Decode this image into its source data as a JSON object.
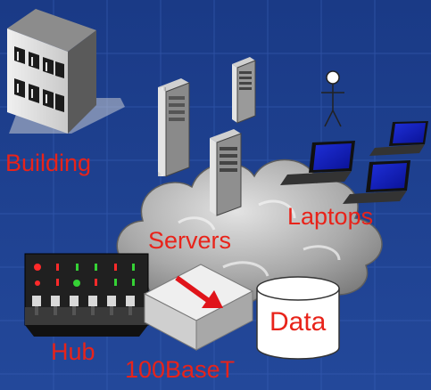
{
  "labels": {
    "building": "Building",
    "servers": "Servers",
    "laptops": "Laptops",
    "hub": "Hub",
    "ethernet": "100BaseT",
    "data": "Data"
  },
  "colors": {
    "background": "#1d3f8c",
    "label_red": "#e8231a",
    "data_label": "#e8231a",
    "grid_line": "#3a62b8",
    "cloud": "#a9a9a9"
  },
  "icons": {
    "building": "office-building-icon",
    "servers": "tower-server-icon",
    "laptops": "laptop-icon",
    "user": "user-stick-figure-icon",
    "hub": "network-hub-icon",
    "ethernet": "switch-box-arrow-icon",
    "data": "database-cylinder-icon",
    "cloud": "network-cloud"
  }
}
